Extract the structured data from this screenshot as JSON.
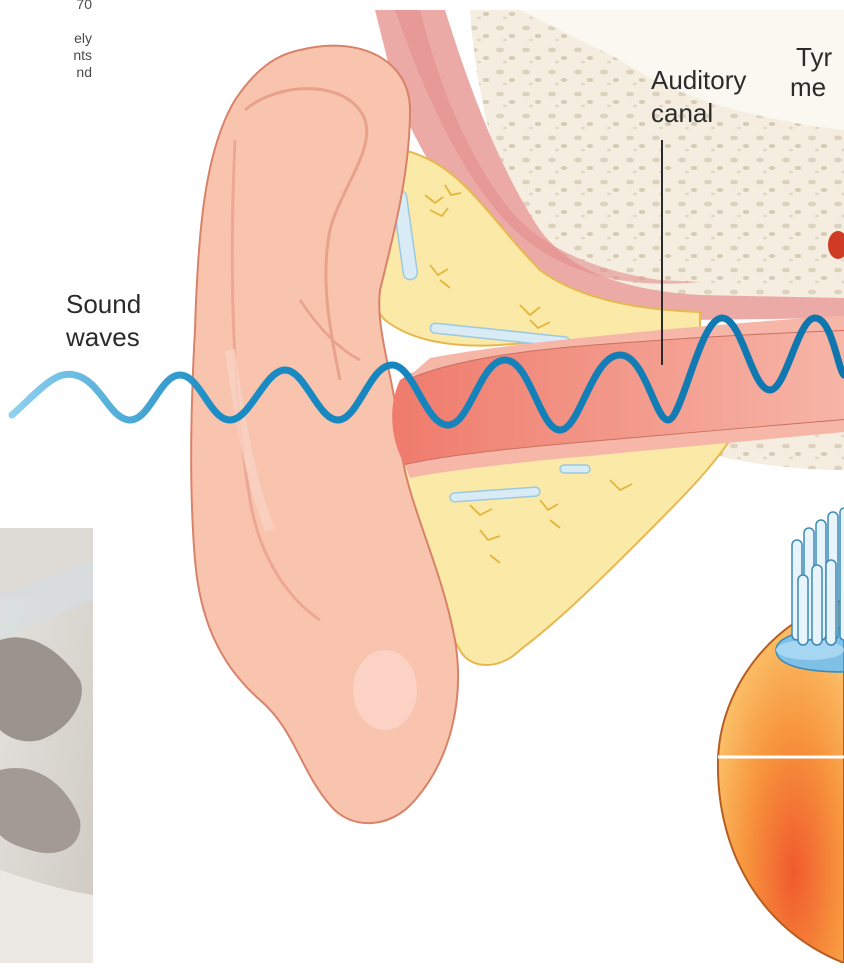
{
  "article": {
    "lines": [
      "70",
      "",
      "ely",
      "nts",
      "nd"
    ]
  },
  "labels": {
    "sound_waves": [
      "Sound",
      "waves"
    ],
    "auditory_canal": [
      "Auditory",
      "canal"
    ],
    "tympanic": [
      "Tyr",
      "me"
    ]
  },
  "colors": {
    "skin": "#f7c2ad",
    "skin_dark": "#e9957f",
    "cartilage": "#fbe7a6",
    "bone": "#efe5d4",
    "muscle": "#eaa2a0",
    "canal": "#f19c92",
    "wave": "#1586bf",
    "cell": "#f6a24d",
    "hair_cell": "#a7d6ee"
  }
}
